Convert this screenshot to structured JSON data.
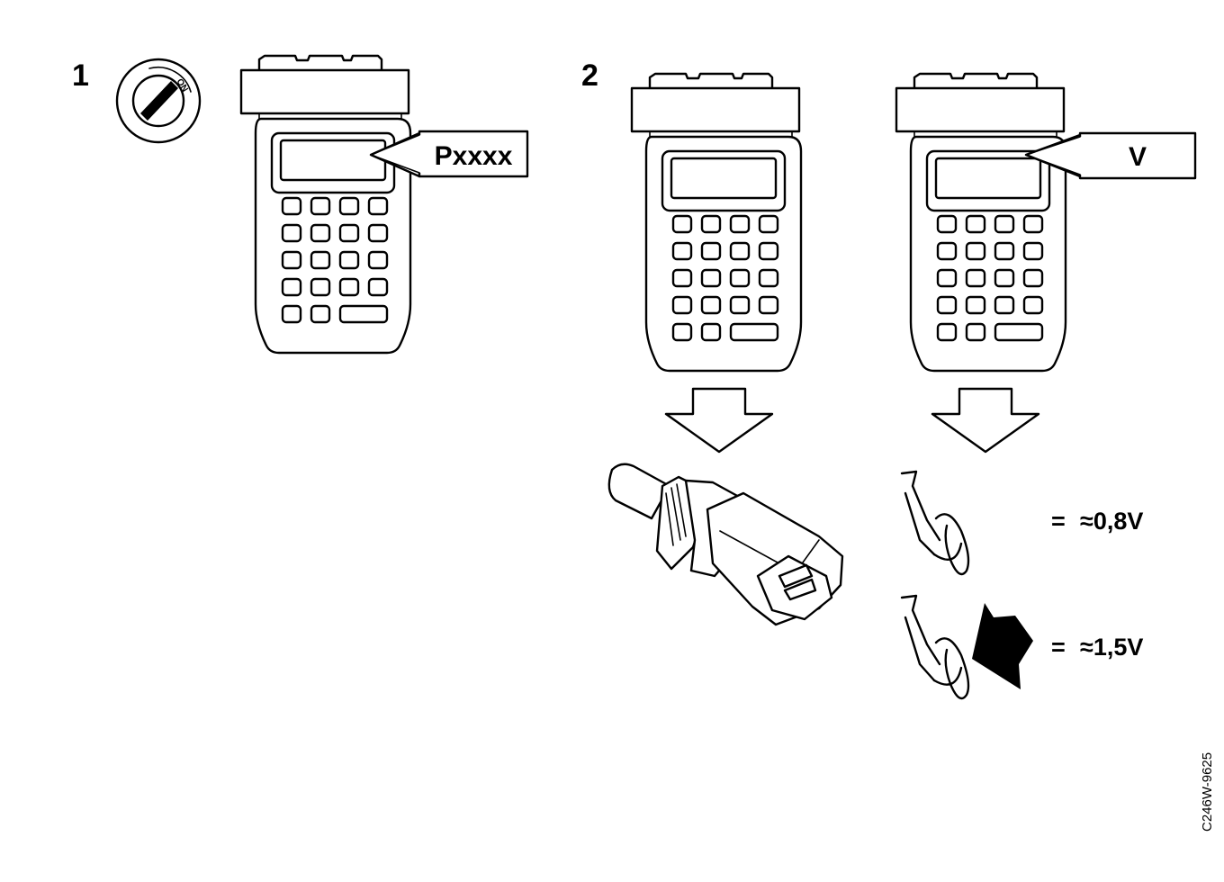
{
  "steps": {
    "step1": {
      "number": "1",
      "switch_label": "ON",
      "display_text": "Pxxxx"
    },
    "step2": {
      "number": "2",
      "display_text": "V"
    }
  },
  "readings": {
    "released": {
      "equals": "=",
      "value": "≈0,8V"
    },
    "pressed": {
      "equals": "=",
      "value": "≈1,5V"
    }
  },
  "reference_code": "C246W-9625",
  "colors": {
    "line": "#000000",
    "background": "#ffffff"
  }
}
